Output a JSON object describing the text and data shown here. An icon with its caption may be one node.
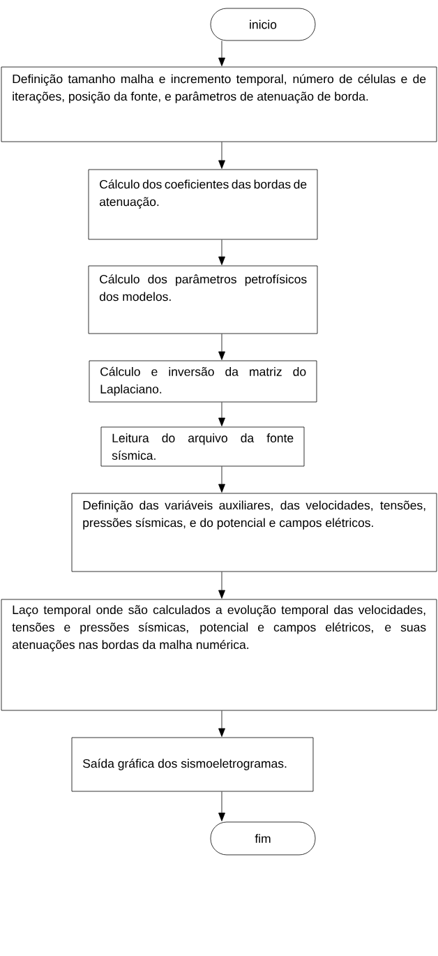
{
  "diagram": {
    "nodes": [
      {
        "text": [
          "inicio"
        ]
      },
      {
        "text": [
          "Definição tamanho malha e incremento temporal, número de células e de iterações, posição da fonte, e parâmetros de atenuação de borda."
        ]
      },
      {
        "text": [
          "Cálculo dos coeficientes das bordas de atenuação."
        ]
      },
      {
        "text": [
          "Cálculo dos parâmetros petrofísicos dos modelos."
        ]
      },
      {
        "text": [
          "Cálculo e inversão da matriz do Laplaciano."
        ]
      },
      {
        "text": [
          "Leitura do arquivo da fonte sísmica."
        ]
      },
      {
        "text": [
          "Definição das variáveis auxiliares, das velocidades, tensões, pressões sísmicas, e do potencial e campos elétricos."
        ]
      },
      {
        "text": [
          "Laço temporal onde são calculados a evolução temporal das velocidades, tensões e pressões sísmicas, potencial e campos elétricos, e suas atenuações nas bordas da malha numérica."
        ]
      },
      {
        "text": [
          "Saída gráfica dos sismoeletrogramas."
        ]
      },
      {
        "text": [
          "fim"
        ]
      }
    ],
    "edges": [
      {
        "from": 0,
        "to": 1,
        "arrow": "to"
      },
      {
        "from": 1,
        "to": 2,
        "arrow": "to"
      },
      {
        "from": 2,
        "to": 3,
        "arrow": "to"
      },
      {
        "from": 3,
        "to": 4,
        "arrow": "to"
      },
      {
        "from": 4,
        "to": 5,
        "arrow": "to"
      },
      {
        "from": 5,
        "to": 6,
        "arrow": "to"
      },
      {
        "from": 6,
        "to": 7,
        "arrow": "to"
      },
      {
        "from": 7,
        "to": 8,
        "arrow": "to"
      },
      {
        "from": 8,
        "to": 9,
        "arrow": "to"
      }
    ]
  }
}
